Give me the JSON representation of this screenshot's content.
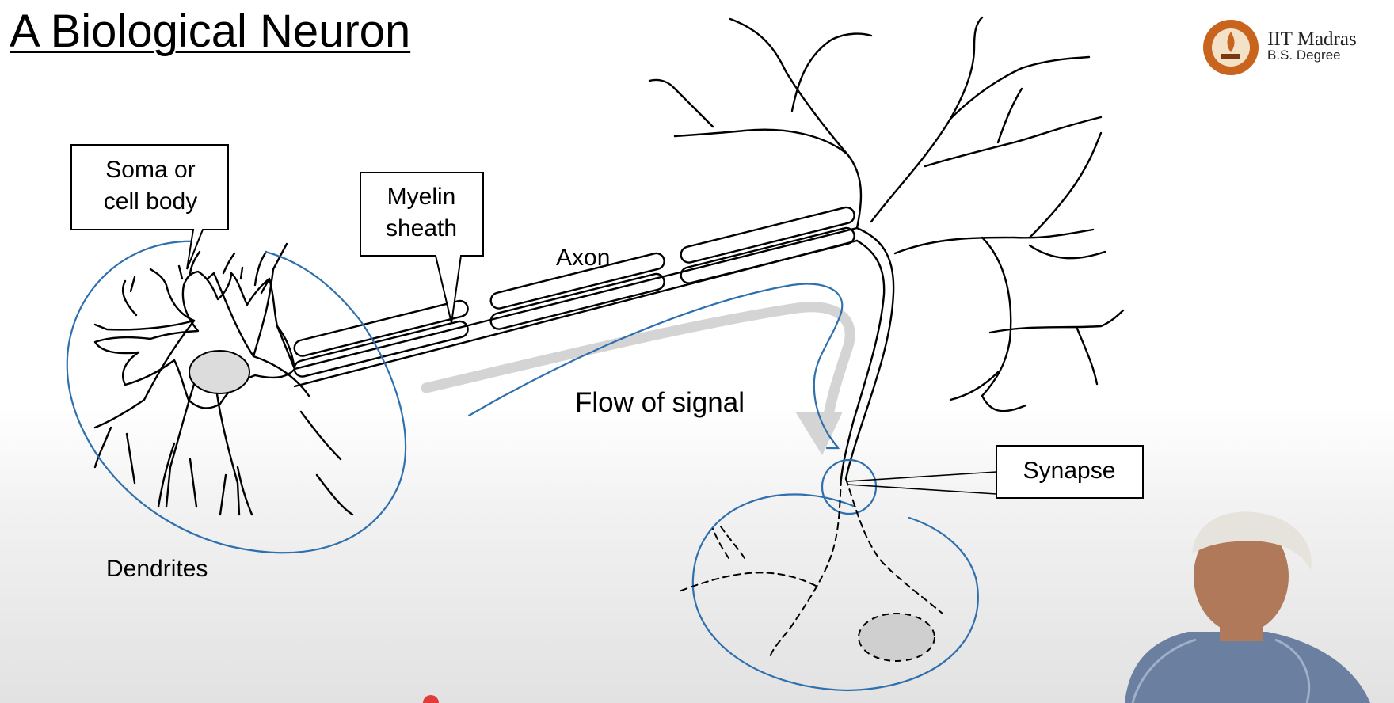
{
  "slide": {
    "title": "A Biological Neuron"
  },
  "branding": {
    "name": "IIT Madras",
    "subtitle": "B.S. Degree",
    "accent": "#c8641e"
  },
  "diagram": {
    "labels": {
      "soma_line1": "Soma or",
      "soma_line2": "cell body",
      "myelin_line1": "Myelin",
      "myelin_line2": "sheath",
      "axon": "Axon",
      "flow": "Flow of signal",
      "synapse": "Synapse",
      "dendrites": "Dendrites"
    },
    "colors": {
      "annotation_ink": "#2e6fad",
      "nucleus_fill": "#dcdcdc",
      "flow_arrow": "#d4d4d4"
    }
  }
}
